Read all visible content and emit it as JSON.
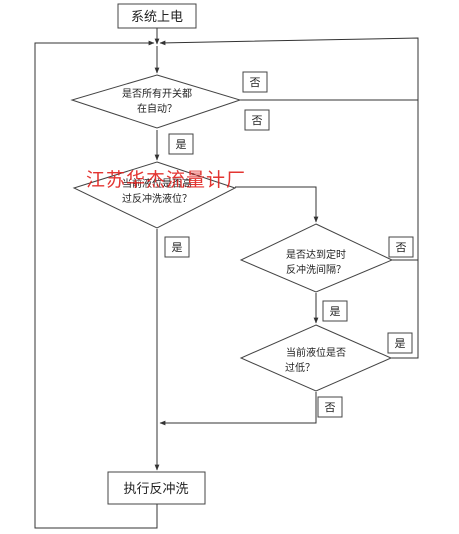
{
  "nodes": {
    "start": "系统上电",
    "d1": [
      "是否所有开关都",
      "在自动？"
    ],
    "d2": [
      "当前液位是否高",
      "过反冲洗液位？"
    ],
    "d3": [
      "是否达到定时",
      "反冲洗间隔？"
    ],
    "d4": [
      "当前液位是否",
      "过低？"
    ],
    "action": "执行反冲洗"
  },
  "labels": {
    "d1_no_a": "否",
    "d1_no_b": "否",
    "d1_yes": "是",
    "d2_yes": "是",
    "d3_no": "否",
    "d3_yes": "是",
    "d4_yes": "是",
    "d4_no": "否"
  },
  "watermark": "江苏华杰流量计厂",
  "colors": {
    "line": "#333333",
    "watermark": "#e0201c"
  }
}
